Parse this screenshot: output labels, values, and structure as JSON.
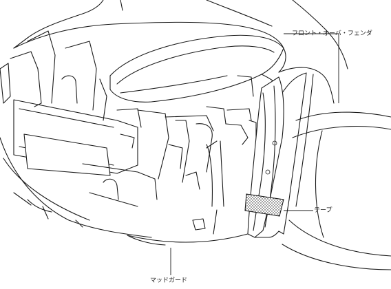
{
  "labels": {
    "front_over_fender": "フロント・オーバ・フェンダ",
    "tape": "テープ",
    "mud_guard": "マッドガード"
  }
}
